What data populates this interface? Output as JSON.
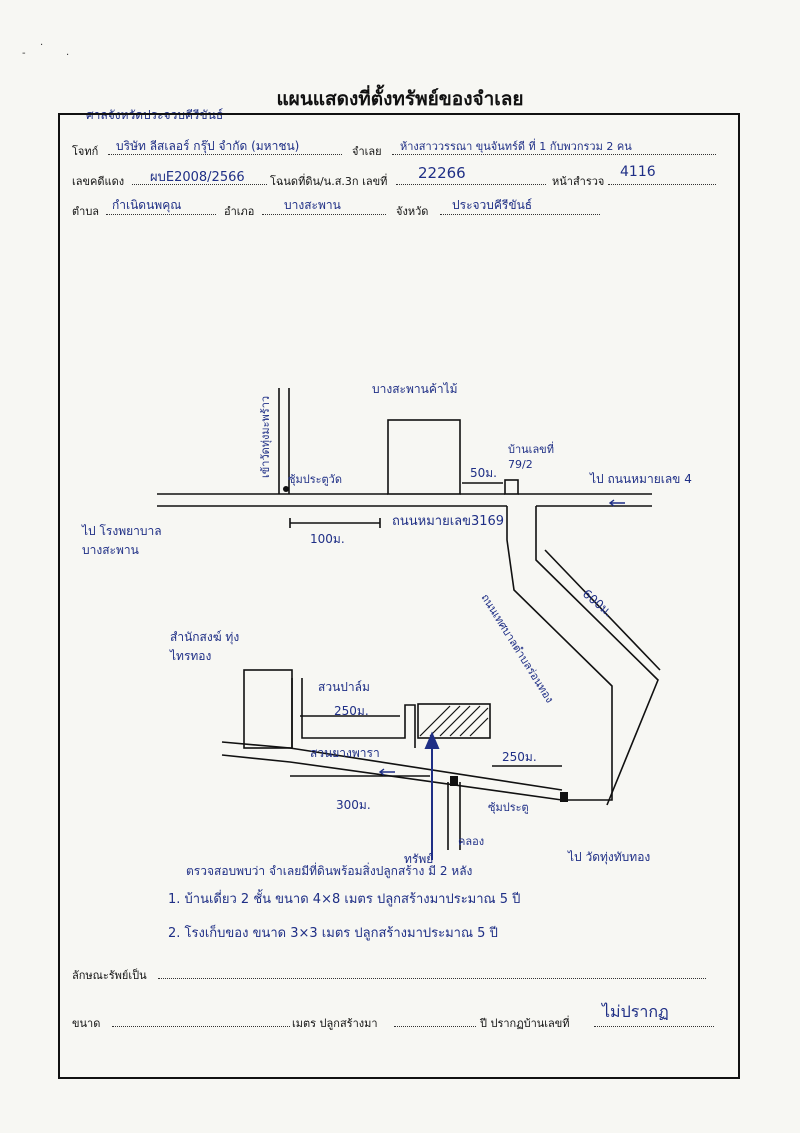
{
  "header": {
    "title": "แผนแสดงที่ตั้งทรัพย์ของจำเลย",
    "court_name": "ศาลจังหวัดประจวบคีรีขันธ์"
  },
  "form": {
    "plaintiff_label": "โจทก์",
    "plaintiff_value": "บริษัท ลีสเลอร์ กรุ๊ป จำกัด (มหาชน)",
    "defendant_label": "จำเลย",
    "defendant_value": "ห้างสาววรรณา ขุนจันทร์ดี ที่ 1 กับพวกรวม 2 คน",
    "case_label": "เลขคดีแดง",
    "case_value": "ผบE2008/2566",
    "deed_label": "โฉนดที่ดิน/น.ส.3ก เลขที่",
    "deed_value": "22266",
    "survey_label": "หน้าสำรวจ",
    "survey_value": "4116",
    "subdistrict_label": "ตำบล",
    "subdistrict_value": "กำเนิดนพคุณ",
    "district_label": "อำเภอ",
    "district_value": "บางสะพาน",
    "province_label": "จังหวัด",
    "province_value": "ประจวบคีรีขันธ์"
  },
  "map": {
    "temple_road": "เข้าวัดทุ่งมะพร้าว",
    "temple_gate": "ซุ้มประตูวัด",
    "fruit_market": "บางสะพานค้าไม้",
    "house_no": "บ้านเลขที่ 79/2",
    "distance_50": "50ม.",
    "to_highway4": "ไป ถนนหมายเลข 4",
    "road_3169": "ถนนหมายเลข3169",
    "distance_100": "100ม.",
    "to_hospital": "ไป โรงพยาบาล บางสะพาน",
    "distance_600": "600ม.",
    "side_road": "ถนนเทศบาลตำบลร่อนทอง",
    "monk_office": "สำนักสงฆ์ ทุ่งไทรทอง",
    "palm_garden": "สวนปาล์ม",
    "distance_250a": "250ม.",
    "rubber_garden": "สวนยางพารา",
    "distance_250b": "250ม.",
    "distance_300": "300ม.",
    "gate": "ซุ้มประตู",
    "property": "ทรัพย์",
    "canal": "คลอง",
    "to_temple": "ไป วัดทุ่งทับทอง"
  },
  "notes": {
    "line1": "ตรวจสอบพบว่า จำเลยมีที่ดินพร้อมสิ่งปลูกสร้าง มี 2 หลัง",
    "line2": "1. บ้านเดี่ยว 2 ชั้น ขนาด 4×8 เมตร ปลูกสร้างมาประมาณ 5 ปี",
    "line3": "2. โรงเก็บของ ขนาด 3×3 เมตร ปลูกสร้างมาประมาณ 5 ปี"
  },
  "footer": {
    "property_type_label": "ลักษณะรัพย์เป็น",
    "size_label": "ขนาด",
    "meters_label": "เมตร ปลูกสร้างมา",
    "year_label": "ปี ปรากฏบ้านเลขที่",
    "house_number_value": "ไม่ปรากฏ"
  },
  "colors": {
    "ink": "#1f2f86",
    "print": "#111111"
  }
}
